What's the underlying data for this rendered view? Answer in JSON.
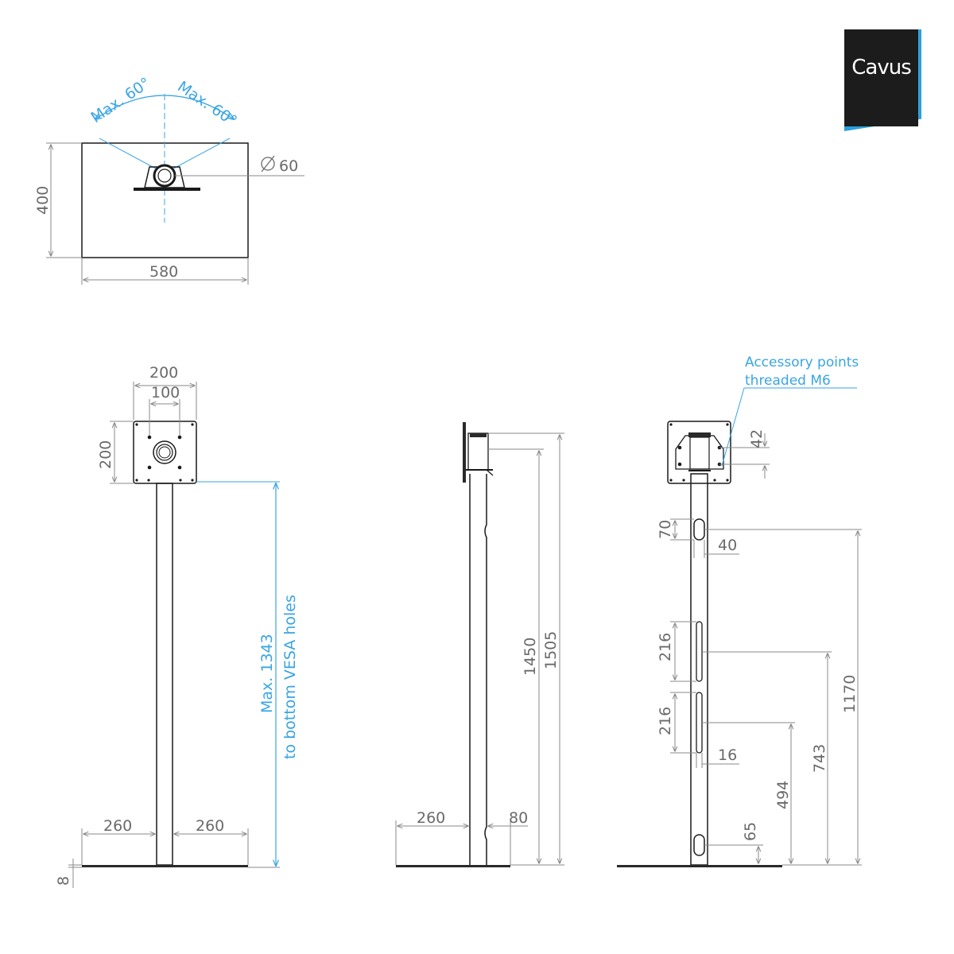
{
  "brand": {
    "logo_text": "Cavus",
    "colors": {
      "dark": "#1c1c1c",
      "accent": "#29a0dc"
    }
  },
  "top_view": {
    "angle_left": "Max. 60°",
    "angle_right": "Max. 60°",
    "diameter": "60",
    "depth": "400",
    "width": "580"
  },
  "front_view": {
    "vesa_outer": "200",
    "vesa_inner": "100",
    "plate_height": "200",
    "max_height_line1": "Max. 1343",
    "max_height_line2": "to bottom VESA holes",
    "base_left": "260",
    "base_right": "260",
    "base_thickness": "8"
  },
  "side_view": {
    "base_depth": "260",
    "column_depth": "80",
    "height_inner": "1450",
    "height_total": "1505"
  },
  "rear_view": {
    "accessory_line1": "Accessory points",
    "accessory_line2": "threaded M6",
    "hole_spacing": "42",
    "top_hole_height": "70",
    "top_hole_width": "40",
    "slot1_length": "216",
    "slot2_length": "216",
    "slot_width": "16",
    "bottom_hole_height": "65",
    "level_1170": "1170",
    "level_743": "743",
    "level_494": "494"
  },
  "colors": {
    "line": "#1a1a1a",
    "dimension": "#8a8a8a",
    "highlight": "#3aa5e3"
  }
}
